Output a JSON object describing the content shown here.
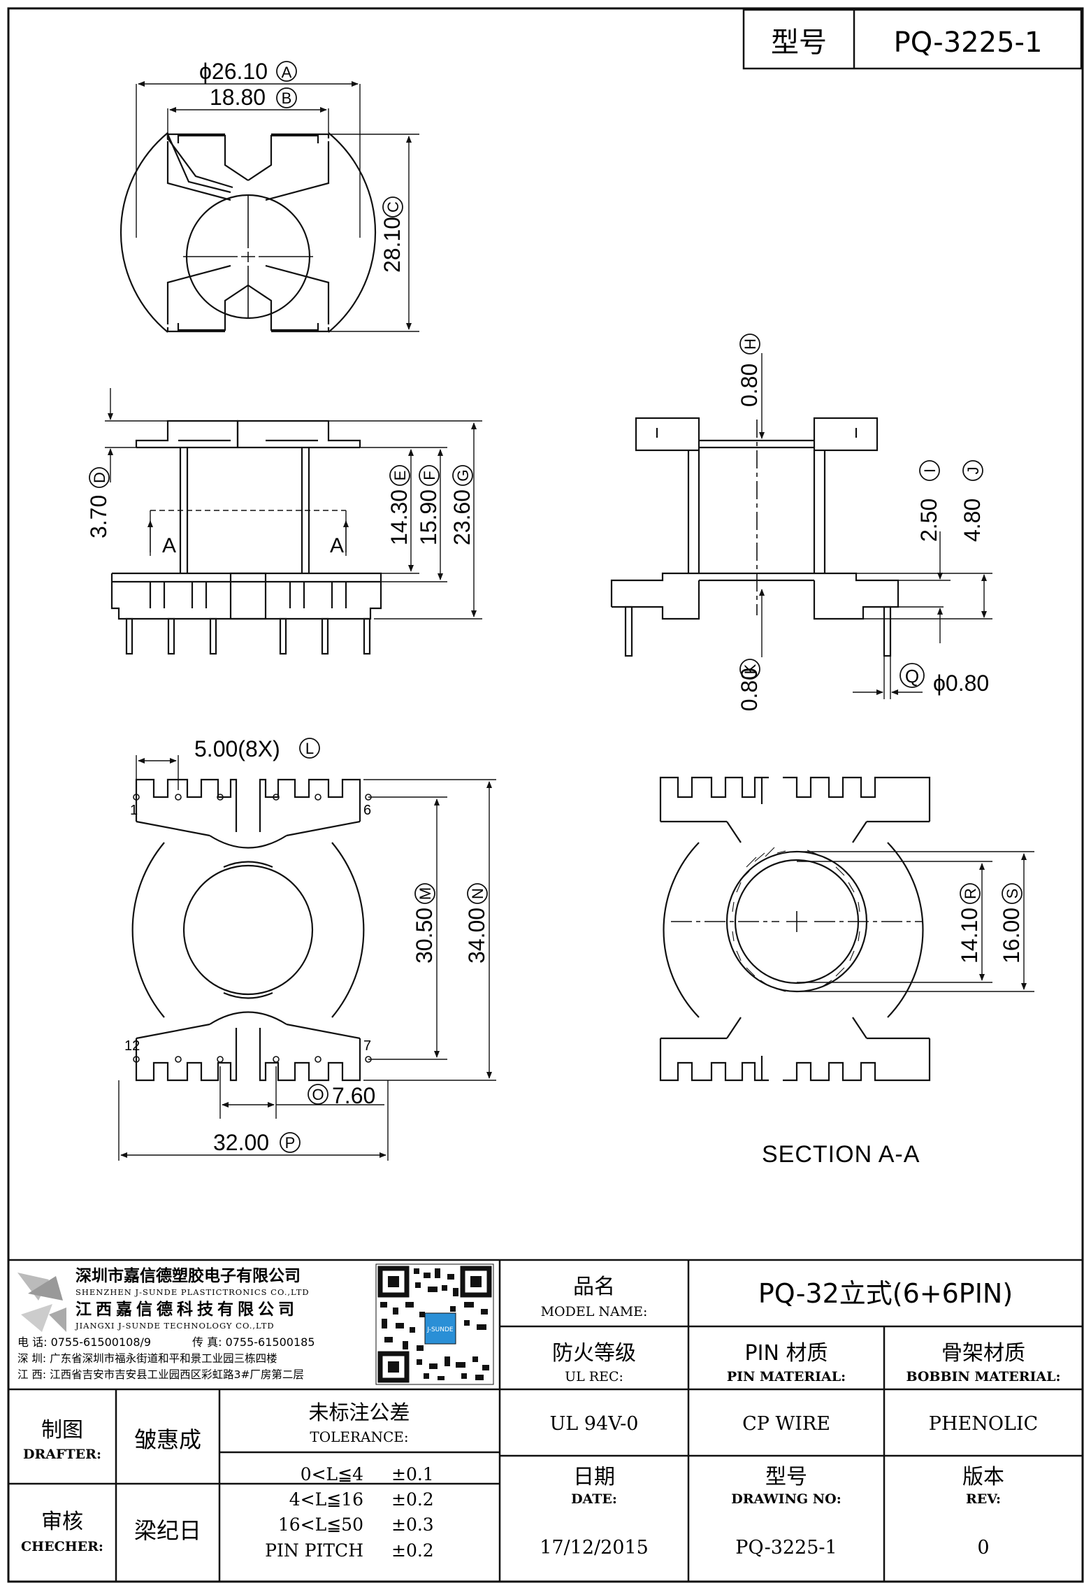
{
  "title_block_top": {
    "model_label": "型号",
    "model_value": "PQ-3225-1"
  },
  "dimensions": {
    "a": "ϕ26.10",
    "a_mark": "A",
    "b": "18.80",
    "b_mark": "B",
    "c": "28.10",
    "c_mark": "C",
    "d": "3.70",
    "d_mark": "D",
    "e": "14.30",
    "e_mark": "E",
    "f": "15.90",
    "f_mark": "F",
    "g": "23.60",
    "g_mark": "G",
    "h": "0.80",
    "h_mark": "H",
    "i": "2.50",
    "i_mark": "I",
    "j": "4.80",
    "j_mark": "J",
    "k": "0.80",
    "k_mark": "K",
    "l": "5.00(8X)",
    "l_mark": "L",
    "m": "30.50",
    "m_mark": "M",
    "n": "34.00",
    "n_mark": "N",
    "o": "7.60",
    "o_mark": "O",
    "p": "32.00",
    "p_mark": "P",
    "q": "ϕ0.80",
    "q_mark": "Q",
    "r": "14.10",
    "r_mark": "R",
    "s": "16.00",
    "s_mark": "S",
    "section_letter": "A",
    "pins": [
      "1",
      "6",
      "7",
      "12"
    ]
  },
  "section_label": "SECTION A-A",
  "company": {
    "name_cn_1": "深圳市嘉信德塑胶电子有限公司",
    "name_en_1": "SHENZHEN J-SUNDE PLASTICTRONICS CO.,LTD",
    "name_cn_2": "江西嘉信德科技有限公司",
    "name_en_2": "JIANGXI J-SUNDE TECHNOLOGY CO.,LTD",
    "phone": "电 话: 0755-61500108/9",
    "fax": "传 真: 0755-61500185",
    "addr_sz": "深 圳: 广东省深圳市福永街道和平和景工业园三栋四楼",
    "addr_jx": "江 西: 江西省吉安市吉安县工业园西区彩虹路3#厂房第二层"
  },
  "title_block": {
    "model_name_cn": "品名",
    "model_name_en": "MODEL NAME:",
    "model_name_value": "PQ-32立式(6+6PIN)",
    "ul_cn": "防火等级",
    "ul_en": "UL REC:",
    "pin_mat_cn": "PIN 材质",
    "pin_mat_en": "PIN MATERIAL:",
    "bobbin_cn": "骨架材质",
    "bobbin_en": "BOBBIN MATERIAL:",
    "ul_value": "UL 94V-0",
    "pin_value": "CP WIRE",
    "bobbin_value": "PHENOLIC",
    "date_cn": "日期",
    "date_en": "DATE:",
    "dwg_cn": "型号",
    "dwg_en": "DRAWING NO:",
    "rev_cn": "版本",
    "rev_en": "REV:",
    "date_value": "17/12/2015",
    "dwg_value": "PQ-3225-1",
    "rev_value": "0",
    "drafter_cn": "制图",
    "drafter_en": "DRAFTER:",
    "drafter_name": "皱惠成",
    "checker_cn": "审核",
    "checker_en": "CHECHER:",
    "checker_name": "梁纪日",
    "tol_cn": "未标注公差",
    "tol_en": "TOLERANCE:",
    "tolerances": [
      {
        "range": "0<L≦4",
        "value": "±0.1"
      },
      {
        "range": "4<L≦16",
        "value": "±0.2"
      },
      {
        "range": "16<L≦50",
        "value": "±0.3"
      },
      {
        "range": "PIN PITCH",
        "value": "±0.2"
      }
    ]
  }
}
